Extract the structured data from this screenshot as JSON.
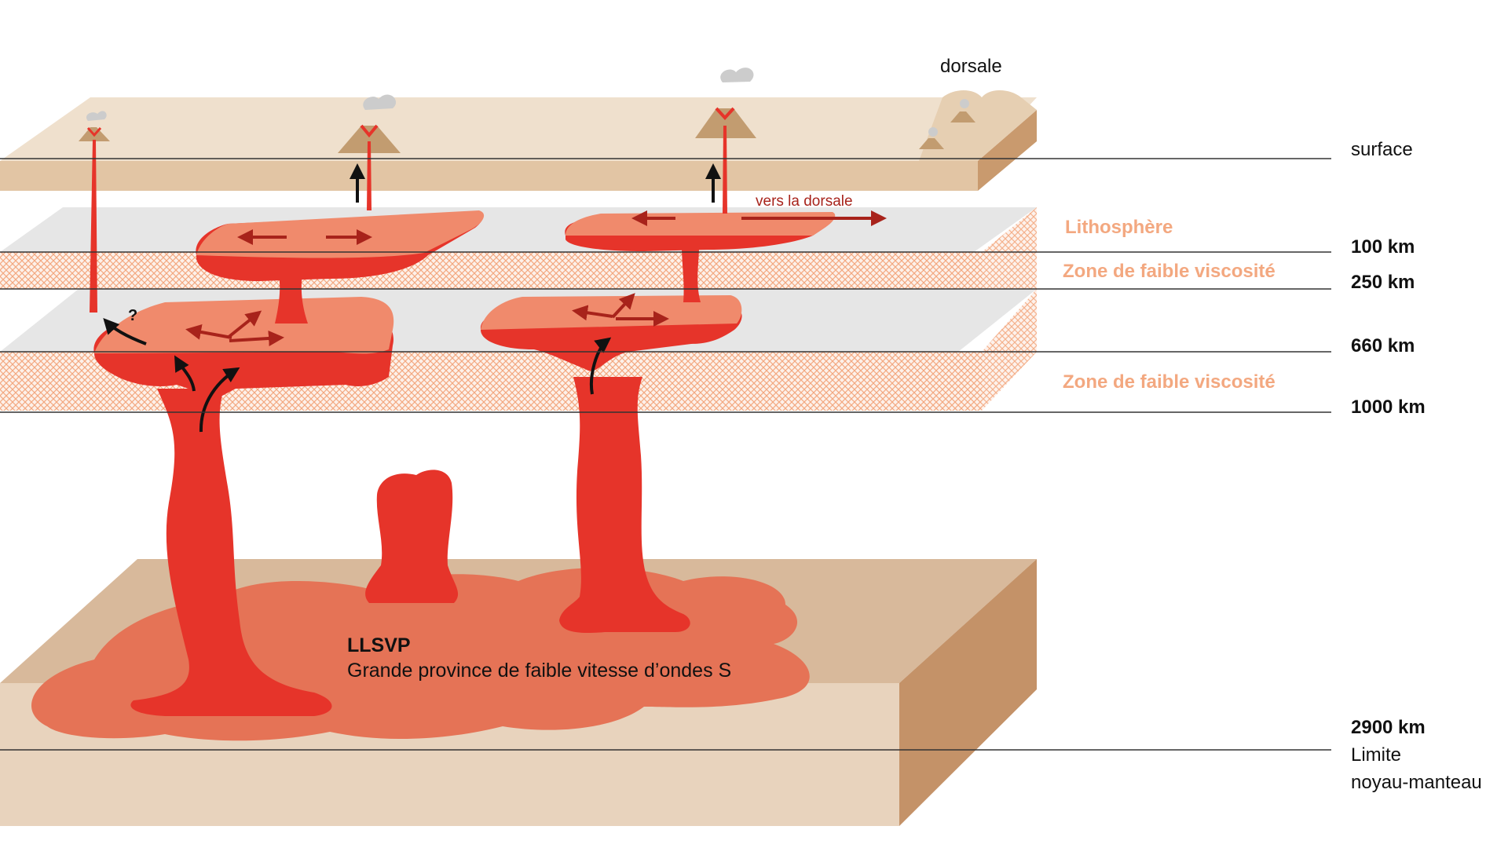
{
  "labels": {
    "ridge": "dorsale",
    "surface": "surface",
    "lithosphere": "Lithosphère",
    "low_viscosity_upper": "Zone de faible viscosité",
    "low_viscosity_lower": "Zone de faible viscosité",
    "toward_ridge": "vers la dorsale",
    "question": "?",
    "llsvp_title": "LLSVP",
    "llsvp_subtitle": "Grande province de faible vitesse d’ondes S",
    "cmb_line1": "Limite",
    "cmb_line2": "noyau-manteau"
  },
  "depths": {
    "d100": "100 km",
    "d250": "250 km",
    "d660": "660 km",
    "d1000": "1000 km",
    "d2900": "2900 km"
  },
  "colors": {
    "plume_red": "#e6342a",
    "plume_light": "#f08a6c",
    "llsvp_orange": "#e57356",
    "surface_tan": "#e2c5a4",
    "core_tan": "#d8b99b",
    "lithosphere_gray": "#e6e6e6",
    "low_viscosity_orange": "#f3a880",
    "arrow_darkred": "#a8231b"
  }
}
